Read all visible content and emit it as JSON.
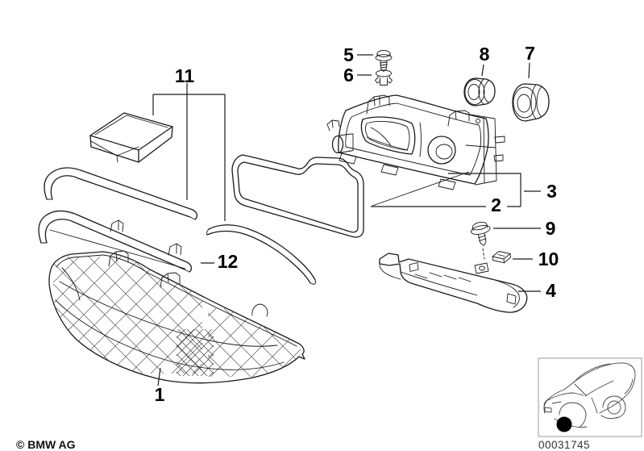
{
  "callouts": {
    "1": "1",
    "2": "2",
    "3": "3",
    "4": "4",
    "5": "5",
    "6": "6",
    "7": "7",
    "8": "8",
    "9": "9",
    "10": "10",
    "11": "11",
    "12": "12"
  },
  "footer": {
    "copyright": "© BMW AG"
  },
  "thumbnail": {
    "image_number": "00031745"
  },
  "colors": {
    "line": "#1a1a1a",
    "background": "#ffffff",
    "marker_dot": "#000000",
    "thumbnail_border": "#999999",
    "hatch": "#555555"
  }
}
